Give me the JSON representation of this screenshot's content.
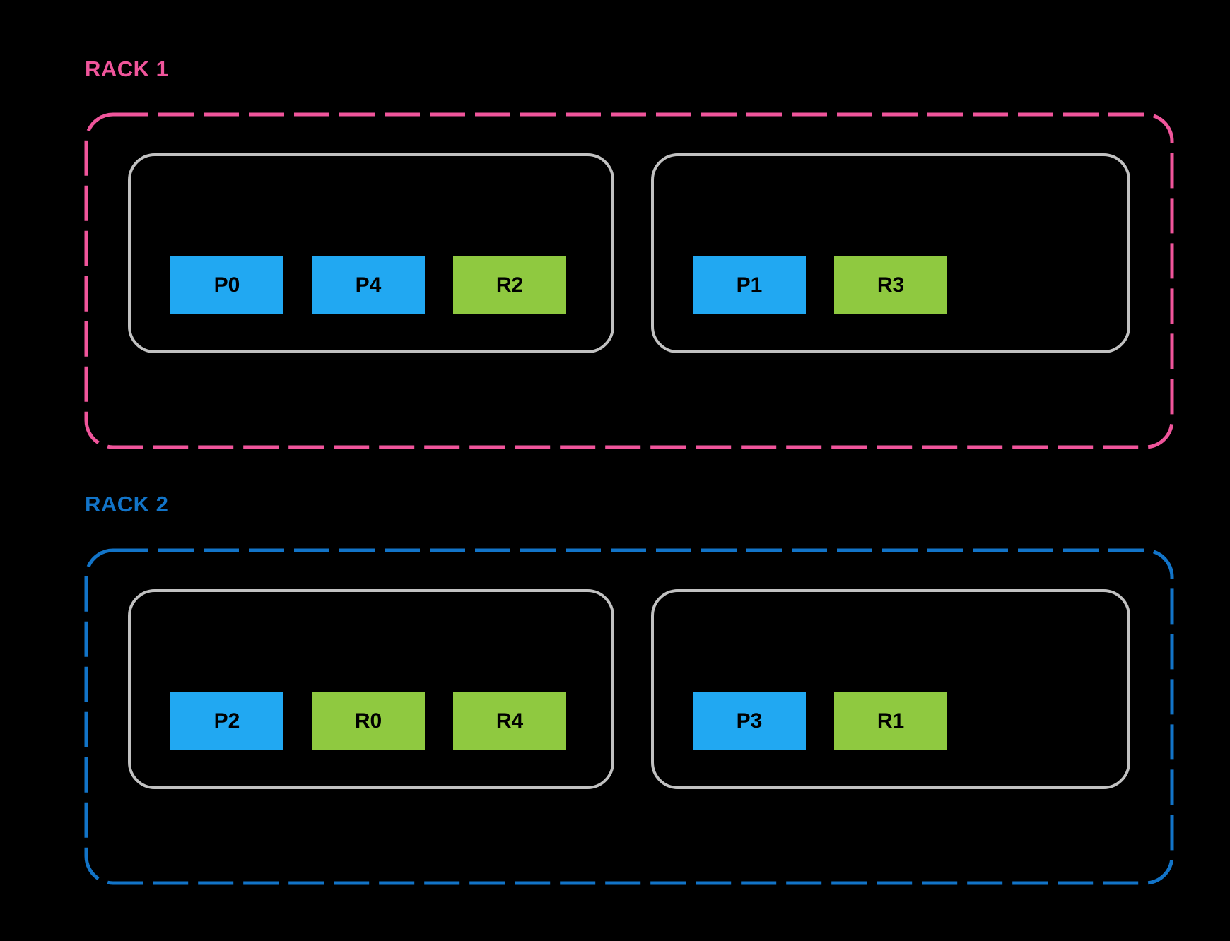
{
  "colors": {
    "background": "#000000",
    "rack1_accent": "#F0559B",
    "rack2_accent": "#1274C8",
    "primary_chip": "#21A8F2",
    "replica_chip": "#8FC940",
    "node_border": "#C1C1C1",
    "chip_text": "#000000"
  },
  "racks": [
    {
      "label": "RACK 1",
      "accent": "#F0559B",
      "nodes": [
        {
          "chips": [
            {
              "label": "P0",
              "kind": "primary"
            },
            {
              "label": "P4",
              "kind": "primary"
            },
            {
              "label": "R2",
              "kind": "replica"
            }
          ]
        },
        {
          "chips": [
            {
              "label": "P1",
              "kind": "primary"
            },
            {
              "label": "R3",
              "kind": "replica"
            }
          ]
        }
      ]
    },
    {
      "label": "RACK 2",
      "accent": "#1274C8",
      "nodes": [
        {
          "chips": [
            {
              "label": "P2",
              "kind": "primary"
            },
            {
              "label": "R0",
              "kind": "replica"
            },
            {
              "label": "R4",
              "kind": "replica"
            }
          ]
        },
        {
          "chips": [
            {
              "label": "P3",
              "kind": "primary"
            },
            {
              "label": "R1",
              "kind": "replica"
            }
          ]
        }
      ]
    }
  ]
}
